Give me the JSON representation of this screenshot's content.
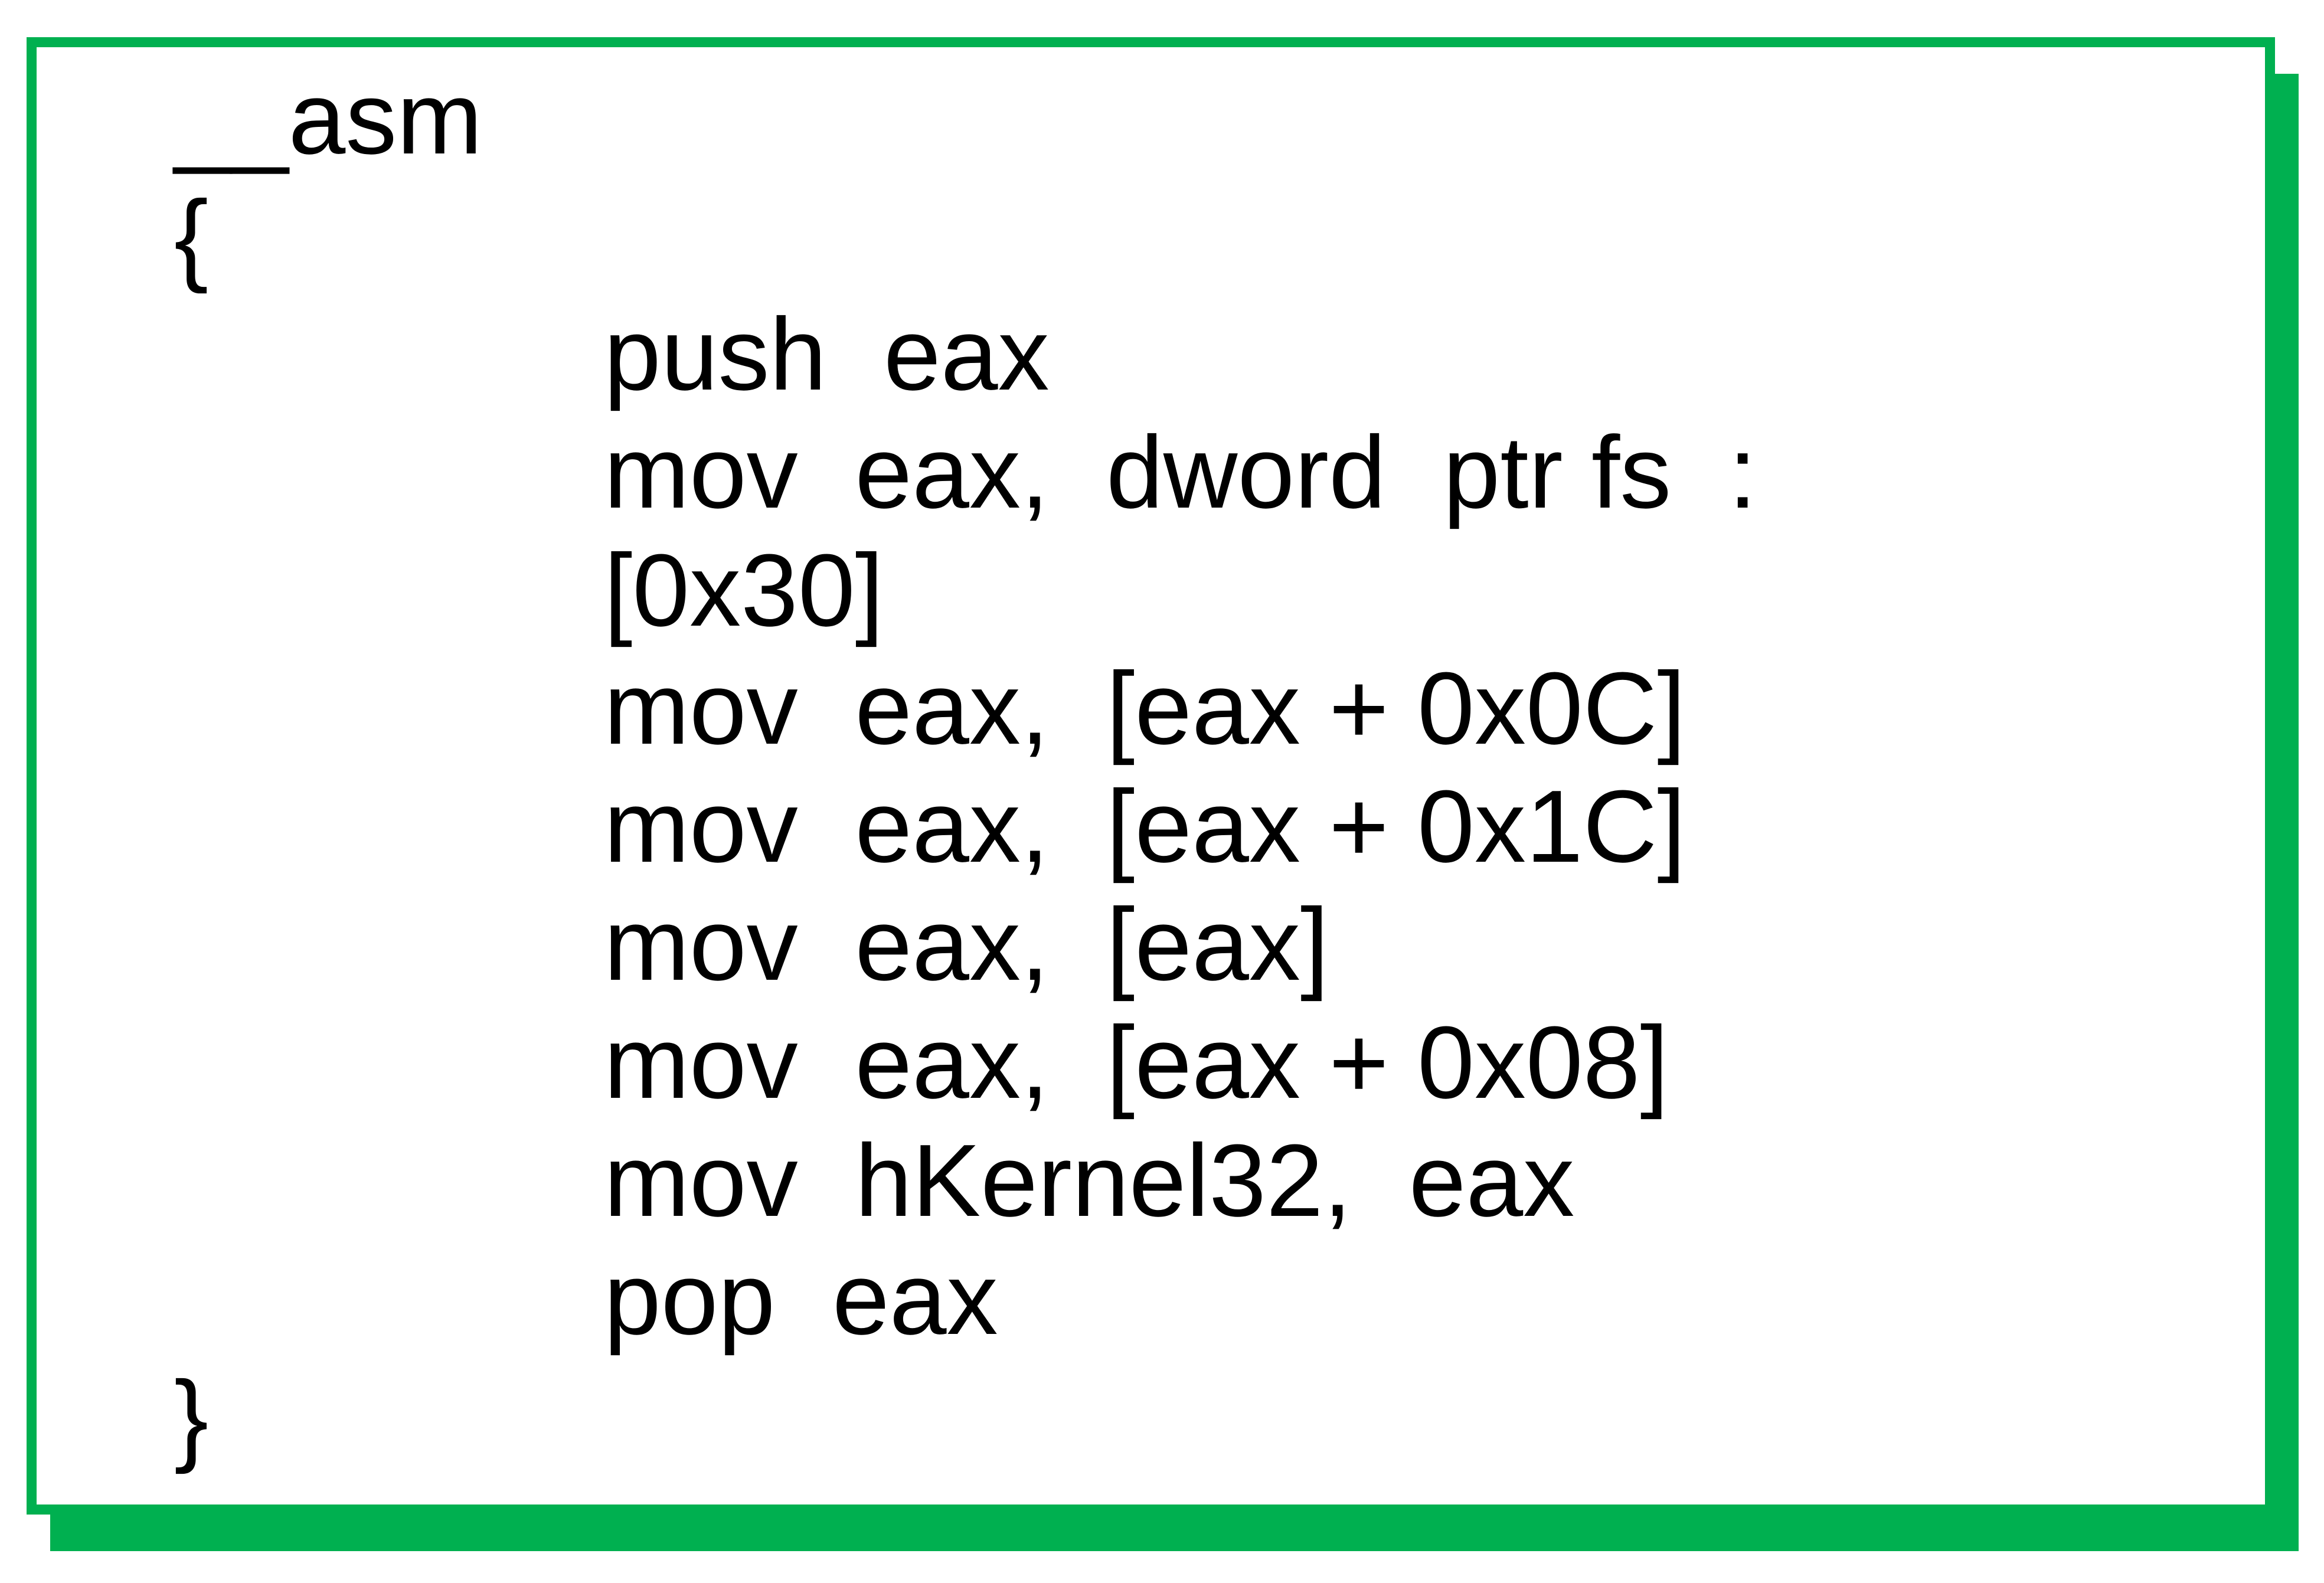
{
  "code_block": {
    "border_color": "#00b050",
    "lines": [
      "__asm",
      "{",
      "push  eax",
      "mov  eax,  dword  ptr fs  :",
      "[0x30]",
      "mov  eax,  [eax + 0x0C]",
      "mov  eax,  [eax + 0x1C]",
      "mov  eax,  [eax]",
      "mov  eax,  [eax + 0x08]",
      "mov  hKernel32,  eax",
      "pop  eax",
      "}"
    ]
  }
}
